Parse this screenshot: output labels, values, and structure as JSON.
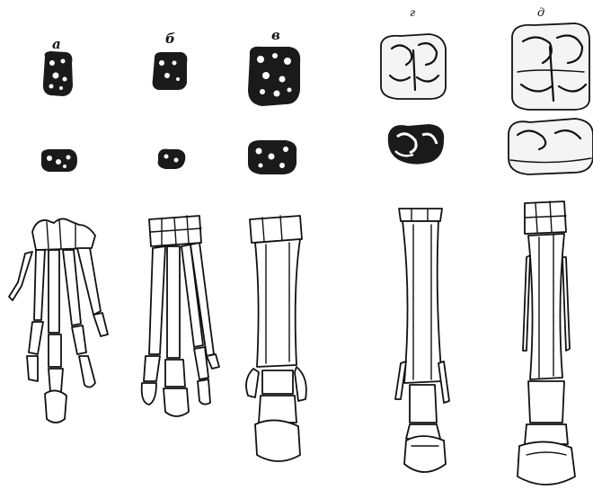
{
  "figure": {
    "labels": [
      "а",
      "б",
      "в",
      "г",
      "д"
    ]
  },
  "columns": [
    {
      "label": "а",
      "parts": [
        "upper-molar",
        "lower-molar",
        "foot-skeleton"
      ],
      "digits": 4
    },
    {
      "label": "б",
      "parts": [
        "upper-molar",
        "lower-molar",
        "foot-skeleton"
      ],
      "digits": 3
    },
    {
      "label": "в",
      "parts": [
        "upper-molar",
        "lower-molar",
        "foot-skeleton"
      ],
      "digits": 3
    },
    {
      "label": "г",
      "parts": [
        "upper-molar",
        "lower-molar",
        "foot-skeleton"
      ],
      "digits": 3
    },
    {
      "label": "д",
      "parts": [
        "upper-molar",
        "lower-molar",
        "foot-skeleton"
      ],
      "digits": 1
    }
  ],
  "colors": {
    "ink": "#111111",
    "paper": "#ffffff"
  }
}
